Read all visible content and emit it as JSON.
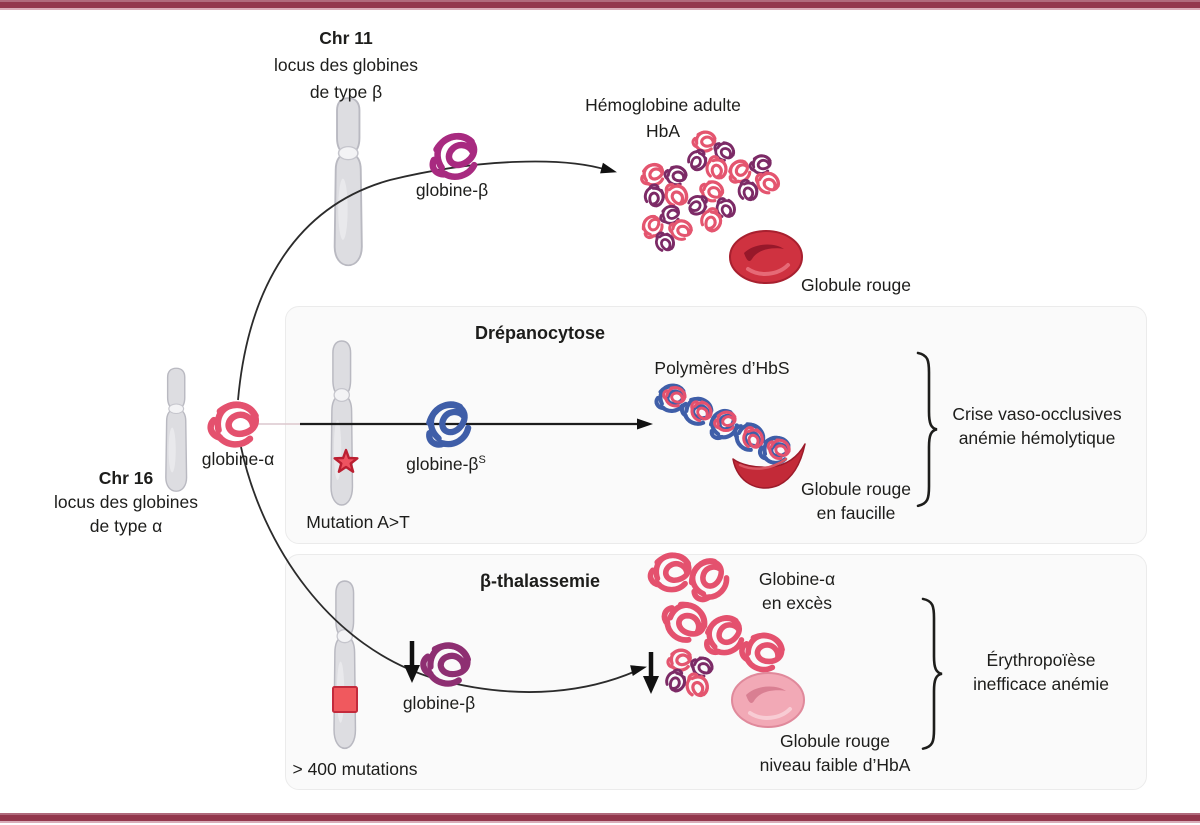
{
  "palette": {
    "frame_accent": "#93374d",
    "frame_accent_light": "#d9acb8",
    "panel_bg": "#fafafa",
    "panel_border": "#ebebeb",
    "chromosome_fill": "#dddde1",
    "globin_alpha_pink": "#e4516e",
    "globin_beta_magenta": "#a82a80",
    "globin_beta_s_blue": "#3f5ea8",
    "globin_beta_thal_purple": "#8e2f72",
    "hba_pink": "#e4556f",
    "hba_purple": "#7c2a66",
    "rbc_red": "#cf3240",
    "rbc_pale_pink": "#f2a9b6",
    "mutation_red": "#ee5360",
    "text": "#1d1d1b"
  },
  "chr11": {
    "name": "Chr 11",
    "locus": "locus des globines",
    "type": "de type β"
  },
  "chr16": {
    "name": "Chr 16",
    "locus": "locus des globines",
    "type": "de type α"
  },
  "alpha_globin_label": "globine-α",
  "hba_pathway": {
    "globin_label": "globine-β",
    "hb_title": "Hémoglobine adulte",
    "hb_abbr": "HbA",
    "cell_label": "Globule rouge"
  },
  "drepanocytose": {
    "title": "Drépanocytose",
    "mutation_label": "Mutation A>T",
    "globin_base": "globine-β",
    "globin_sup": "S",
    "polymer_label": "Polymères d’HbS",
    "cell_line1": "Globule rouge",
    "cell_line2": "en faucille",
    "consequence_line1": "Crise vaso-occlusives",
    "consequence_line2": "anémie hémolytique"
  },
  "thalassemie": {
    "title": "β-thalassemie",
    "mutation_label": "> 400 mutations",
    "globin_label": "globine-β",
    "alpha_line1": "Globine-α",
    "alpha_line2": "en excès",
    "cell_line1": "Globule rouge",
    "cell_line2": "niveau faible d’HbA",
    "consequence_line1": "Érythropoïèse",
    "consequence_line2": "inefficace anémie"
  }
}
